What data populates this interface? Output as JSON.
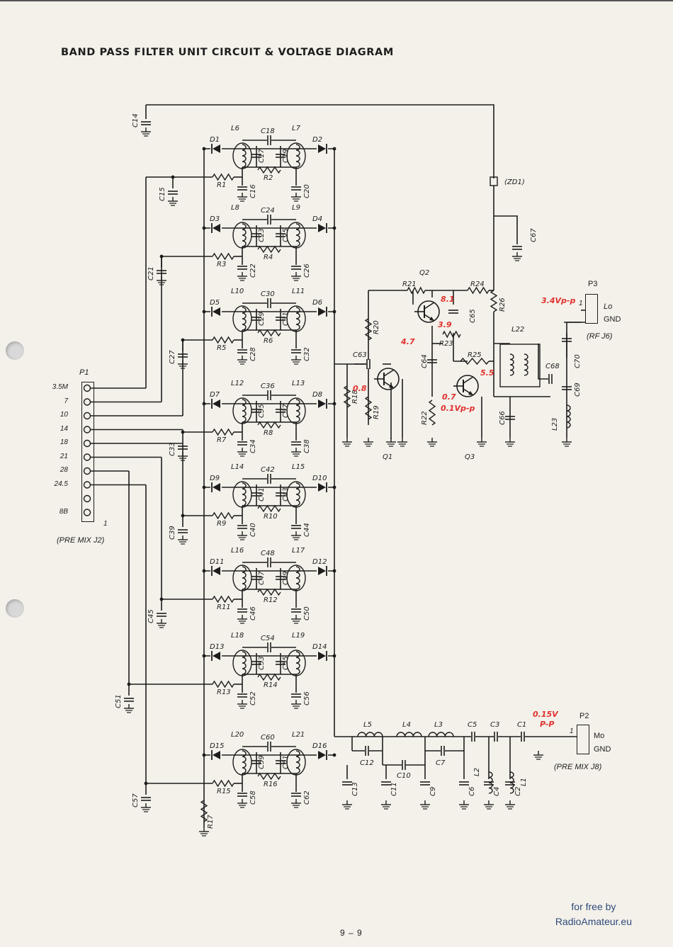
{
  "title": "BAND PASS FILTER UNIT CIRCUIT & VOLTAGE DIAGRAM",
  "p1": {
    "label": "P1",
    "pins": [
      "3.5M",
      "7",
      "10",
      "14",
      "18",
      "21",
      "28",
      "24.5",
      "",
      "8B"
    ],
    "pin1": "1",
    "caption": "(PRE MIX J2)"
  },
  "sections": [
    {
      "d1": "D1",
      "d2": "D2",
      "l1": "L6",
      "l2": "L7",
      "c_top": "C18",
      "c_a": "C17",
      "c_b": "C19",
      "r_bot": "R2",
      "r_in": "R1",
      "c_in": "C15",
      "c_gnd1": "C16",
      "c_gnd2": "C20"
    },
    {
      "d1": "D3",
      "d2": "D4",
      "l1": "L8",
      "l2": "L9",
      "c_top": "C24",
      "c_a": "C23",
      "c_b": "C25",
      "r_bot": "R4",
      "r_in": "R3",
      "c_in": "C21",
      "c_gnd1": "C22",
      "c_gnd2": "C26"
    },
    {
      "d1": "D5",
      "d2": "D6",
      "l1": "L10",
      "l2": "L11",
      "c_top": "C30",
      "c_a": "C29",
      "c_b": "C31",
      "r_bot": "R6",
      "r_in": "R5",
      "c_in": "C27",
      "c_gnd1": "C28",
      "c_gnd2": "C32"
    },
    {
      "d1": "D7",
      "d2": "D8",
      "l1": "L12",
      "l2": "L13",
      "c_top": "C36",
      "c_a": "C35",
      "c_b": "C37",
      "r_bot": "R8",
      "r_in": "R7",
      "c_in": "C33",
      "c_gnd1": "C34",
      "c_gnd2": "C38"
    },
    {
      "d1": "D9",
      "d2": "D10",
      "l1": "L14",
      "l2": "L15",
      "c_top": "C42",
      "c_a": "C41",
      "c_b": "C43",
      "r_bot": "R10",
      "r_in": "R9",
      "c_in": "C39",
      "c_gnd1": "C40",
      "c_gnd2": "C44"
    },
    {
      "d1": "D11",
      "d2": "D12",
      "l1": "L16",
      "l2": "L17",
      "c_top": "C48",
      "c_a": "C47",
      "c_b": "C49",
      "r_bot": "R12",
      "r_in": "R11",
      "c_in": "C45",
      "c_gnd1": "C46",
      "c_gnd2": "C50"
    },
    {
      "d1": "D13",
      "d2": "D14",
      "l1": "L18",
      "l2": "L19",
      "c_top": "C54",
      "c_a": "C53",
      "c_b": "C55",
      "r_bot": "R14",
      "r_in": "R13",
      "c_in": "C51",
      "c_gnd1": "C52",
      "c_gnd2": "C56"
    },
    {
      "d1": "D15",
      "d2": "D16",
      "l1": "L20",
      "l2": "L21",
      "c_top": "C60",
      "c_a": "C59",
      "c_b": "C61",
      "r_bot": "R16",
      "r_in": "R15",
      "c_in": "C57",
      "c_gnd1": "C58",
      "c_gnd2": "C62"
    }
  ],
  "misc": {
    "c14": "C14",
    "r17": "R17",
    "zd1": "(ZD1)",
    "c67": "C67",
    "q1": "Q1",
    "q2": "Q2",
    "q3": "Q3",
    "r18": "R18",
    "r19": "R19",
    "r20": "R20",
    "r21": "R21",
    "r22": "R22",
    "r23": "R23",
    "r24": "R24",
    "r25": "R25",
    "r26": "R26",
    "c63": "C63",
    "c64": "C64",
    "c65": "C65",
    "c66": "C66",
    "c68": "C68",
    "c69": "C69",
    "c70": "C70",
    "l22": "L22",
    "l23": "L23",
    "p3": "P3",
    "p3_pin1": "1",
    "p3_lo": "Lo",
    "p3_gnd": "GND",
    "p3_caption": "(RF J6)",
    "lp": [
      "L5",
      "L4",
      "L3"
    ],
    "lp_caps_top": [
      "C5",
      "C3",
      "C1"
    ],
    "lp_caps_bot": [
      "C12",
      "C10",
      "C7"
    ],
    "lp_gnd": [
      "C13",
      "C11",
      "C9",
      "C6",
      "C4",
      "C2"
    ],
    "lp_l": [
      "L2",
      "L1"
    ],
    "p2": "P2",
    "p2_pin1": "1",
    "p2_mo": "Mo",
    "p2_gnd": "GND",
    "p2_caption": "(PRE MIX J8)"
  },
  "voltages": {
    "q2_c": "8.1",
    "q2_e": "3.9",
    "q1_b": "0.8",
    "q1_c": "4.7",
    "q3_b": "0.7",
    "q3_b_pp": "0.1Vp-p",
    "q3_c": "5.5",
    "p3_out": "3.4Vp-p",
    "p2_in": "0.15V",
    "p2_in_pp": "P-P"
  },
  "credit": {
    "line1": "for free by",
    "line2": "RadioAmateur.eu"
  },
  "page_number": "9 – 9"
}
